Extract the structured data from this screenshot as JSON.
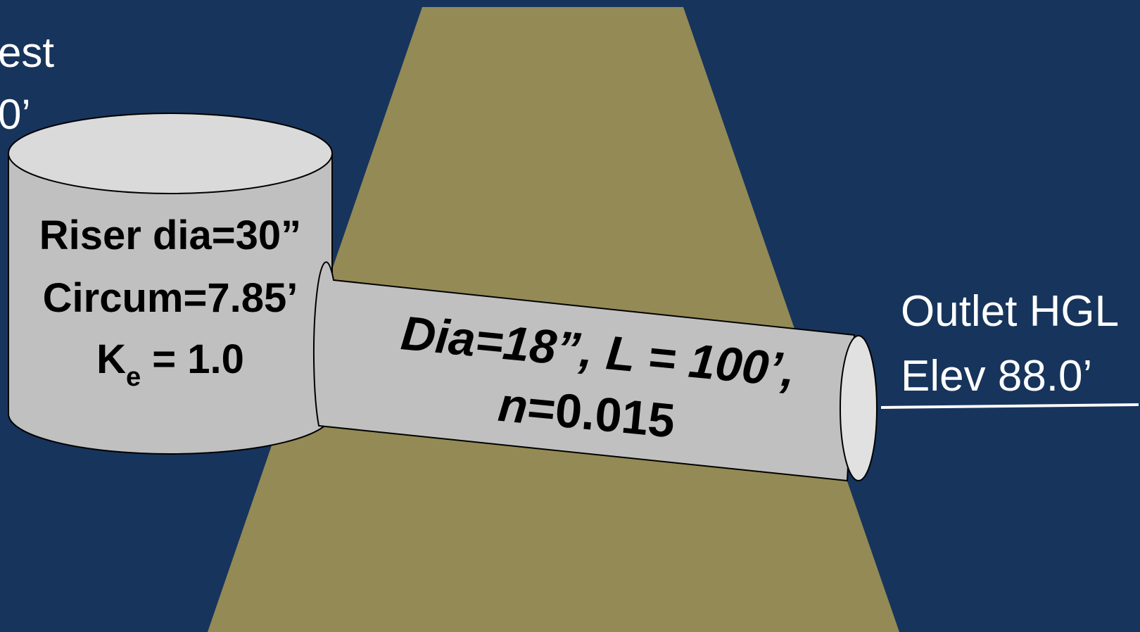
{
  "colors": {
    "background": "#17345c",
    "embankment": "#938a55",
    "riser_side": "#c0c0c0",
    "riser_top": "#dadada",
    "barrel": "#c0c0c0",
    "barrel_end": "#e1e1e1",
    "outline": "#000000",
    "label_light": "#ffffff",
    "label_dark": "#000000"
  },
  "left_label": {
    "line1": "est",
    "line2": "0’"
  },
  "riser": {
    "line1": "Riser dia=30”",
    "line2": "Circum=7.85’",
    "ke_symbol": "K",
    "ke_subscript": "e",
    "ke_value": " = 1.0"
  },
  "barrel": {
    "line1": "Dia=18”, L = 100’,",
    "n_symbol": "n",
    "n_value": "=0.015"
  },
  "outlet": {
    "line1": "Outlet HGL",
    "line2": "Elev 88.0’"
  }
}
